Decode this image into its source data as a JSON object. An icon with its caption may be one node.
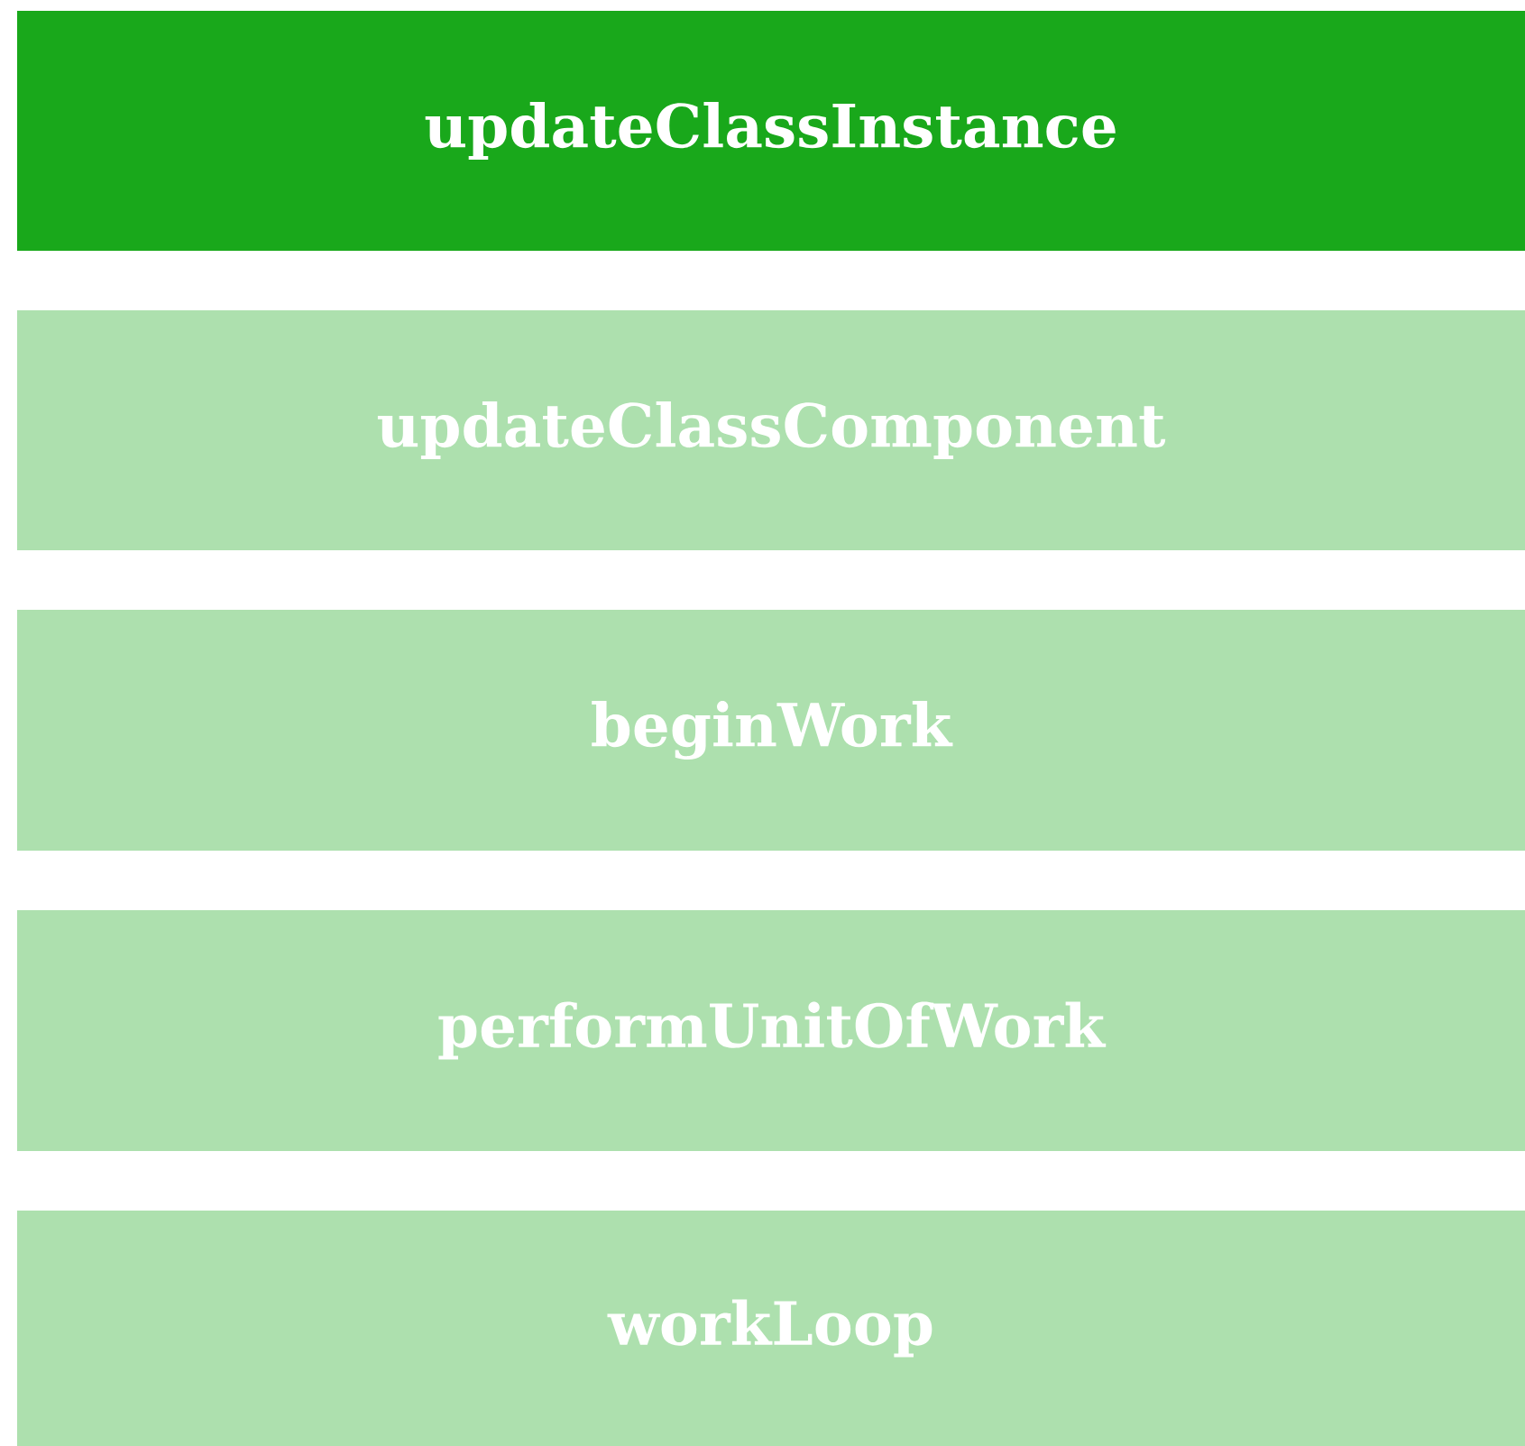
{
  "diagram": {
    "nodes": [
      {
        "text": [
          "updateClassInstance"
        ]
      },
      {
        "text": [
          "updateClassComponent"
        ]
      },
      {
        "text": [
          "beginWork"
        ]
      },
      {
        "text": [
          "performUnitOfWork"
        ]
      },
      {
        "text": [
          "workLoop"
        ]
      }
    ]
  }
}
